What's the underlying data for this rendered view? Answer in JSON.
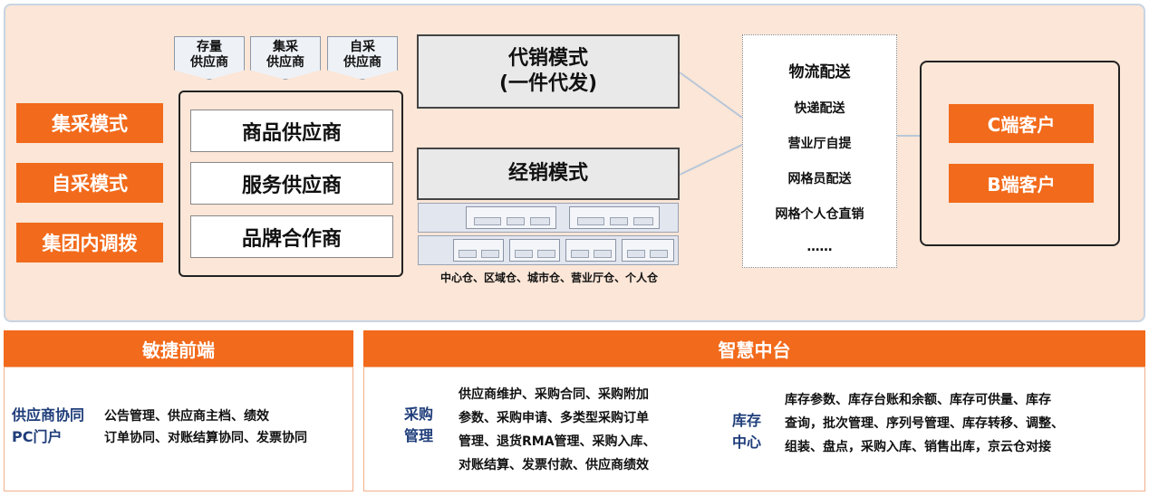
{
  "top": {
    "modes": [
      "集采模式",
      "自采模式",
      "集团内调拨"
    ],
    "supplier_tags": [
      {
        "line1": "存量",
        "line2": "供应商"
      },
      {
        "line1": "集采",
        "line2": "供应商"
      },
      {
        "line1": "自采",
        "line2": "供应商"
      }
    ],
    "suppliers": [
      "商品供应商",
      "服务供应商",
      "品牌合作商"
    ],
    "consignment": {
      "line1": "代销模式",
      "line2": "(一件代发)"
    },
    "distribution": "经销模式",
    "warehouse_caption": "中心仓、区域仓、城市仓、营业厅仓、个人仓",
    "logistics": {
      "title": "物流配送",
      "items": [
        "快递配送",
        "营业厅自提",
        "网格员配送",
        "网格个人仓直销",
        "……"
      ]
    },
    "customers": [
      "C端客户",
      "B端客户"
    ]
  },
  "agile": {
    "header": "敏捷前端",
    "label_line1": "供应商协同",
    "label_line2": "PC门户",
    "line1": "公告管理、供应商主档、绩效",
    "line2": "订单协同、对账结算协同、发票协同"
  },
  "smart": {
    "header": "智慧中台",
    "purchase_label_line1": "采购",
    "purchase_label_line2": "管理",
    "purchase_lines": [
      "供应商维护、采购合同、采购附加",
      "参数、采购申请、多类型采购订单",
      "管理、退货RMA管理、采购入库、",
      "对账结算、发票付款、供应商绩效"
    ],
    "inventory_label_line1": "库存",
    "inventory_label_line2": "中心",
    "inventory_lines": [
      "库存参数、库存台账和余额、库存可供量、库存",
      "查询，批次管理、序列号管理、库存转移、调整、",
      "组装、盘点，采购入库、销售出库，京云仓对接"
    ]
  }
}
